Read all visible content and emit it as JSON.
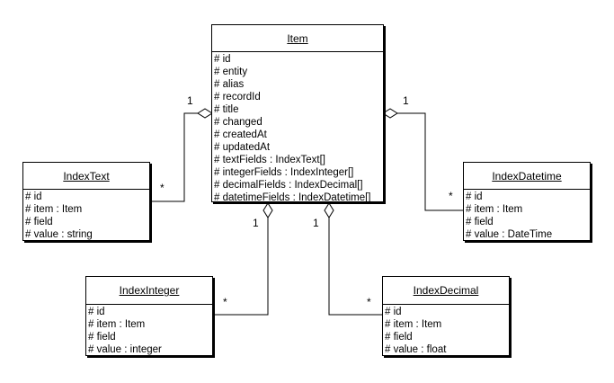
{
  "classes": {
    "item": {
      "name": "Item",
      "attributes": [
        "# id",
        "# entity",
        "# alias",
        "# recordId",
        "# title",
        "# changed",
        "# createdAt",
        "# updatedAt",
        "# textFields : IndexText[]",
        "# integerFields : IndexInteger[]",
        "# decimalFields : IndexDecimal[]",
        "# datetimeFields : IndexDatetime[]"
      ]
    },
    "index_text": {
      "name": "IndexText",
      "attributes": [
        "# id",
        "# item : Item",
        "# field",
        "# value : string"
      ]
    },
    "index_datetime": {
      "name": "IndexDatetime",
      "attributes": [
        "# id",
        "# item : Item",
        "# field",
        "# value : DateTime"
      ]
    },
    "index_integer": {
      "name": "IndexInteger",
      "attributes": [
        "# id",
        "# item : Item",
        "# field",
        "# value : integer"
      ]
    },
    "index_decimal": {
      "name": "IndexDecimal",
      "attributes": [
        "# id",
        "# item : Item",
        "# field",
        "# value : float"
      ]
    }
  },
  "associations": {
    "text": {
      "item_end": "1",
      "other_end": "*"
    },
    "datetime": {
      "item_end": "1",
      "other_end": "*"
    },
    "integer": {
      "item_end": "1",
      "other_end": "*"
    },
    "decimal": {
      "item_end": "1",
      "other_end": "*"
    }
  }
}
